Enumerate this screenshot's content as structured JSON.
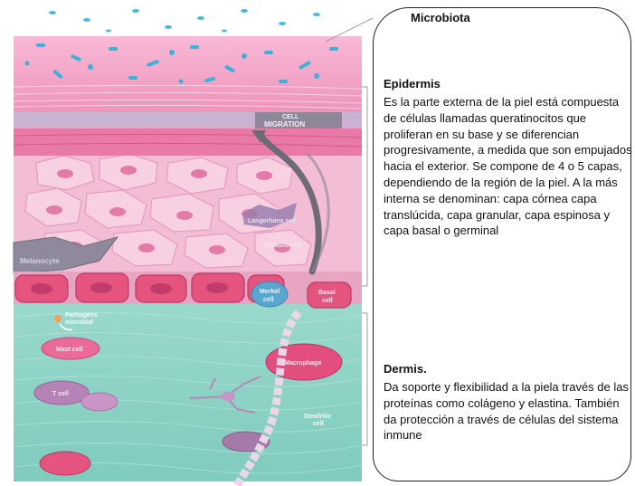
{
  "callouts": {
    "microbiota_title": "Microbiota",
    "epidermis_title": "Epidermis",
    "epidermis_text": "Es la parte externa de la piel está compuesta de células llamadas queratinocitos que proliferan en su base y se diferencian progresivamente, a medida que son empujados hacia el exterior. Se compone de 4 o 5 capas, dependiendo de la región de la piel. A la más interna se denominan: capa córnea capa translúcida, capa granular, capa espinosa y capa basal o germinal",
    "dermis_title": "Dermis.",
    "dermis_text": "Da soporte y flexibilidad a la piela través de las proteínas como colágeno y elastina. También da protección a través de células del sistema inmune"
  },
  "illustration_labels": {
    "cell_migration_1": "CELL",
    "cell_migration_2": "MIGRATION",
    "langerhans": "Langerhans cell",
    "keratinocyte": "Keratinocyte",
    "melanocyte": "Melanocyte",
    "merkel_1": "Merkel",
    "merkel_2": "cell",
    "basal_1": "Basal",
    "basal_2": "cell",
    "pathogens_1": "Pathogens",
    "pathogens_2": "microbial",
    "mast_cell": "Mast cell",
    "macrophage": "Macrophage",
    "t_cell": "T cell",
    "dendritic_1": "Dendritic",
    "dendritic_2": "cell"
  },
  "colors": {
    "stratum_corneum": "#f3a9cc",
    "granular": "#e97aa8",
    "spinous_bg": "#f6c6dc",
    "spinous_cell": "#f7d2e3",
    "basal_cell": "#e5547f",
    "dermis": "#8ed3c7",
    "bacteria": "#3fb1d9",
    "grey_layer": "#c9b3d3",
    "melanocyte": "#8e8a9b",
    "text": "#111111"
  },
  "icons": [
    "cell-migration-arrow",
    "pathogen-icon",
    "bacteria-icon"
  ]
}
